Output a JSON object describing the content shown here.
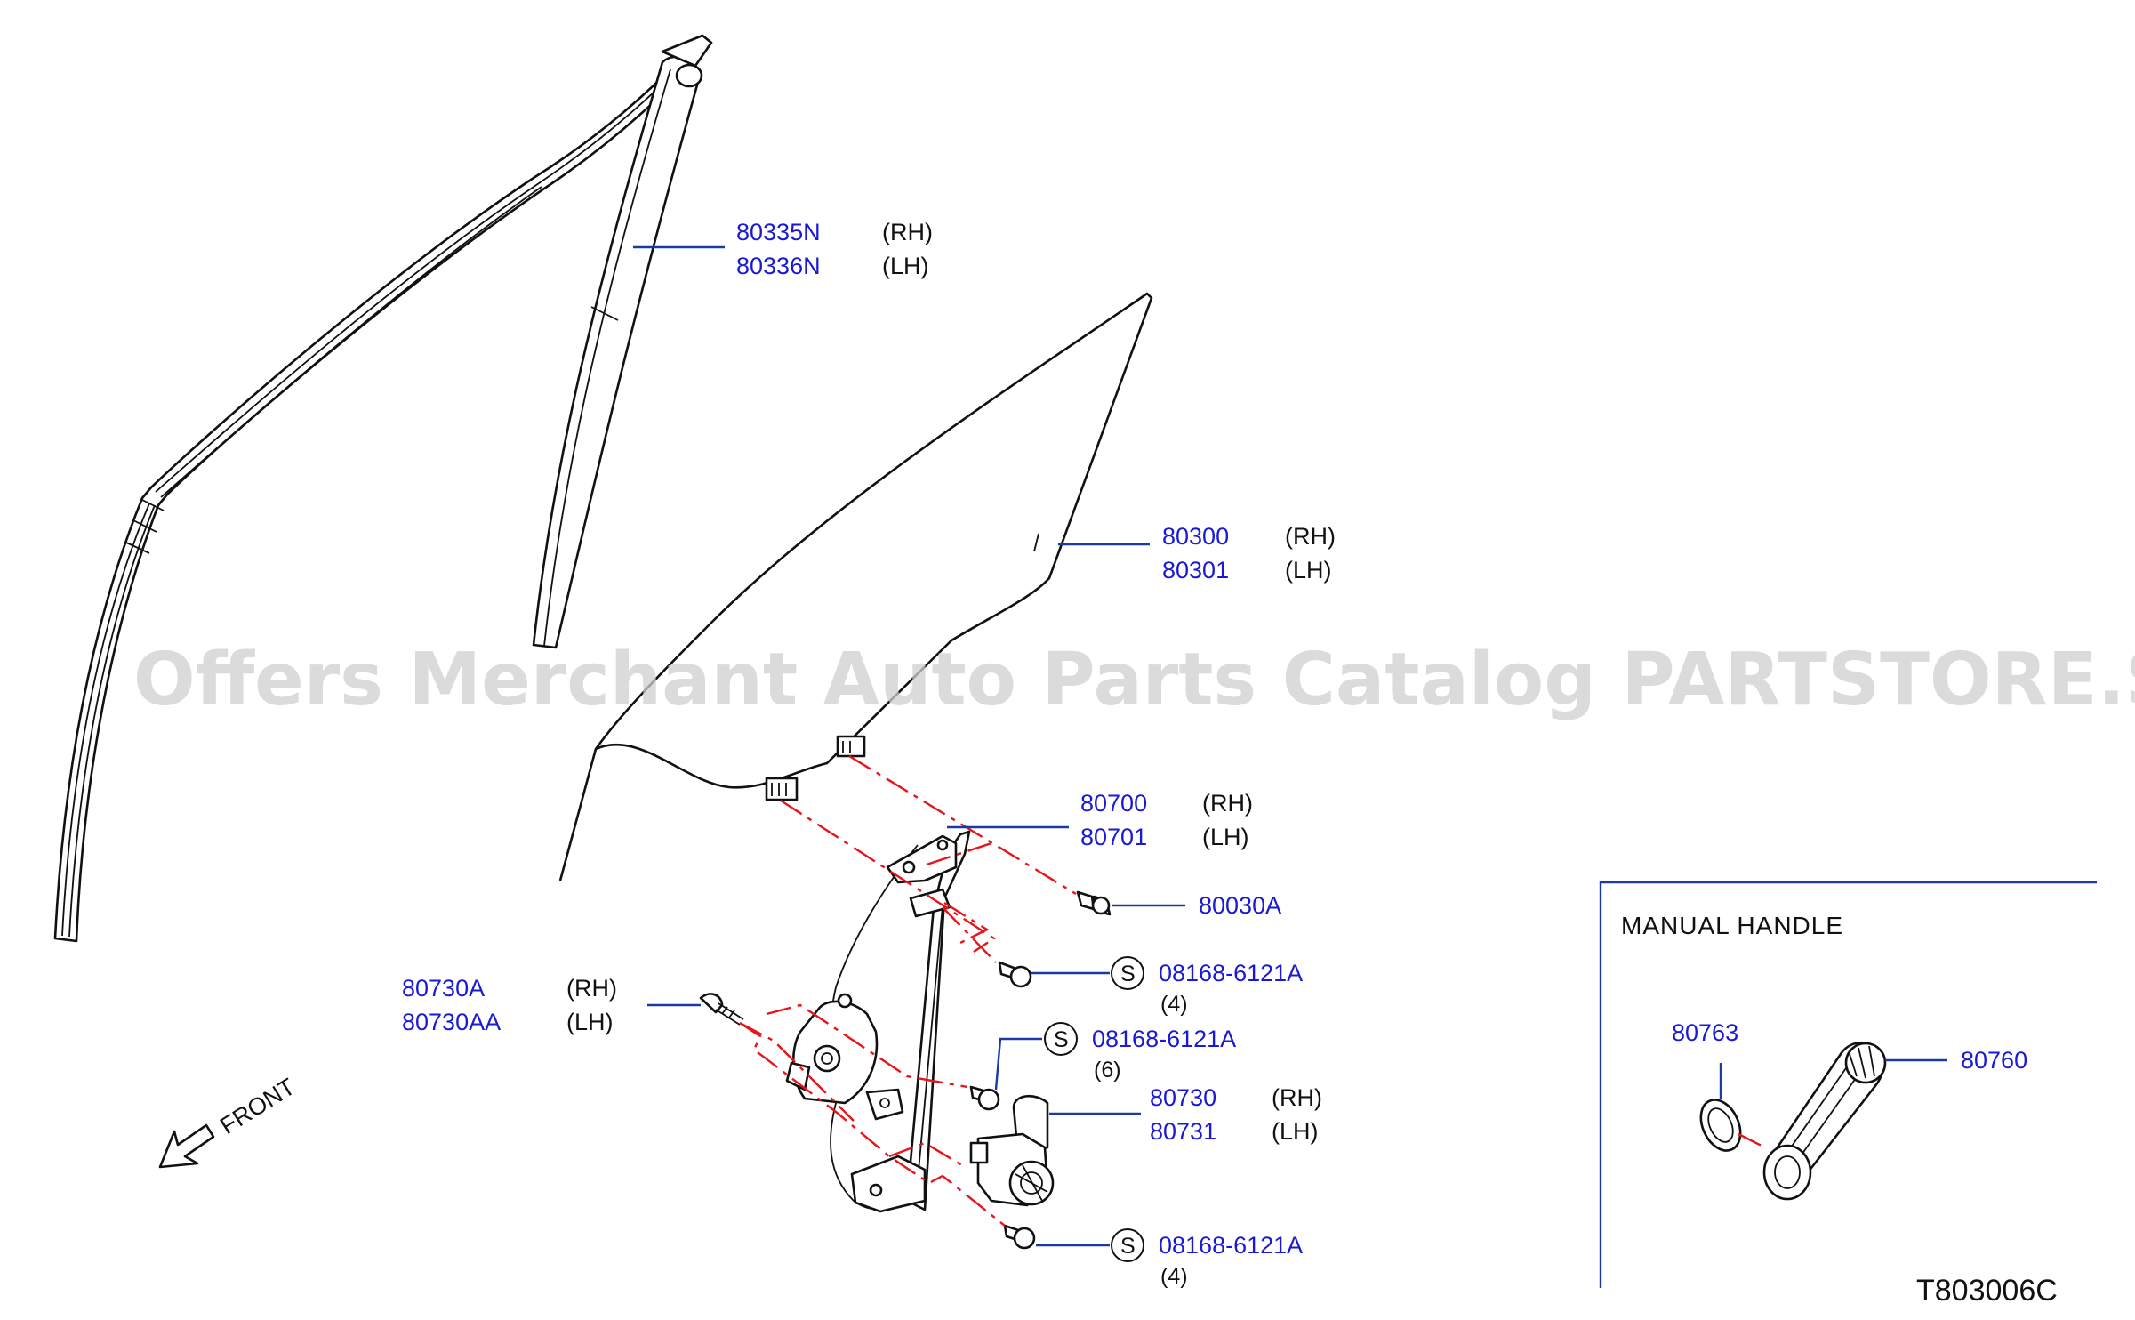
{
  "watermark": "Offers Merchant Auto Parts Catalog PARTSTORE.SA",
  "diagram_code": "T803006C",
  "front_label": "FRONT",
  "manual_handle": {
    "title": "MANUAL   HANDLE",
    "parts": [
      {
        "number": "80763"
      },
      {
        "number": "80760"
      }
    ]
  },
  "callouts": {
    "sash": {
      "rh": "80335N",
      "lh": "80336N",
      "rh_tag": "(RH)",
      "lh_tag": "(LH)"
    },
    "glass": {
      "rh": "80300",
      "lh": "80301",
      "rh_tag": "(RH)",
      "lh_tag": "(LH)"
    },
    "regulator": {
      "rh": "80700",
      "lh": "80701",
      "rh_tag": "(RH)",
      "lh_tag": "(LH)"
    },
    "glass_bolt": {
      "number": "80030A"
    },
    "bolt_upper": {
      "symbol": "S",
      "number": "08168-6121A",
      "qty": "(4)"
    },
    "bolt_middle": {
      "symbol": "S",
      "number": "08168-6121A",
      "qty": "(6)"
    },
    "bolt_lower": {
      "symbol": "S",
      "number": "08168-6121A",
      "qty": "(4)"
    },
    "motor": {
      "rh": "80730",
      "lh": "80731",
      "rh_tag": "(RH)",
      "lh_tag": "(LH)"
    },
    "motor_screw": {
      "rh": "80730A",
      "lh": "80730AA",
      "rh_tag": "(RH)",
      "lh_tag": "(LH)"
    }
  },
  "colors": {
    "part_number": "#1a1ad6",
    "leader": "#1a3aa6",
    "centerline": "#e8141a"
  }
}
